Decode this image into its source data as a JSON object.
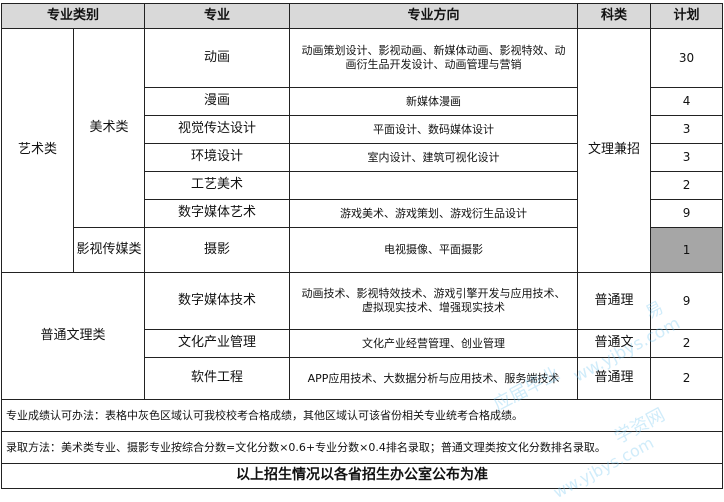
{
  "table": {
    "headers": [
      "专业类别",
      "专业",
      "专业方向",
      "科类",
      "计划"
    ],
    "category_arts": "艺术类",
    "sub_fine_arts": "美术类",
    "sub_film": "影视传媒类",
    "category_general": "普通文理类",
    "subject_arts": "文理兼招",
    "rows": [
      {
        "major": "动画",
        "direction": "动画策划设计、影视动画、新媒体动画、影视特效、动画衍生品开发设计、动画管理与营销",
        "plan": "30"
      },
      {
        "major": "漫画",
        "direction": "新媒体漫画",
        "plan": "4"
      },
      {
        "major": "视觉传达设计",
        "direction": "平面设计、数码媒体设计",
        "plan": "3"
      },
      {
        "major": "环境设计",
        "direction": "室内设计、建筑可视化设计",
        "plan": "3"
      },
      {
        "major": "工艺美术",
        "direction": "",
        "plan": "2"
      },
      {
        "major": "数字媒体艺术",
        "direction": "游戏美术、游戏策划、游戏衍生品设计",
        "plan": "9"
      },
      {
        "major": "摄影",
        "direction": "电视摄像、平面摄影",
        "plan": "1"
      },
      {
        "major": "数字媒体技术",
        "direction": "动画技术、影视特效技术、游戏引擎开发与应用技术、虚拟现实技术、增强现实技术",
        "subject": "普通理",
        "plan": "9"
      },
      {
        "major": "文化产业管理",
        "direction": "文化产业经营管理、创业管理",
        "subject": "普通文",
        "plan": "2"
      },
      {
        "major": "软件工程",
        "direction": "APP应用技术、大数据分析与应用技术、服务端技术",
        "subject": "普通理",
        "plan": "2"
      }
    ],
    "note_recognition": "专业成绩认可办法：表格中灰色区域认可我校校考合格成绩，其他区域认可该省份相关专业统考合格成绩。",
    "note_admission": "录取方法：美术类专业、摄影专业按综合分数=文化分数×0.6+专业分数×0.4排名录取；普通文理类按文化分数排名录取。",
    "footer": "以上招生情况以各省招生办公室公布为准"
  },
  "watermarks": [
    "易",
    "ww.yjbys.com",
    "应届毕业",
    "学资网",
    "ww.yjbys.com"
  ],
  "colors": {
    "header_bg": "#d9d9d9",
    "highlight": "#a6a6a6",
    "border": "#222222",
    "watermark": "#78c8f0"
  }
}
